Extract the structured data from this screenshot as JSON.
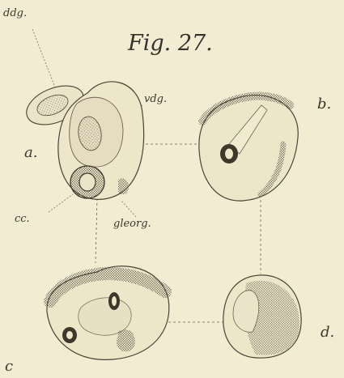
{
  "figure": {
    "title": "Fig. 27.",
    "labels": {
      "ddg": "ddg.",
      "vdg": "vdg.",
      "cc": "cc.",
      "gleorg": "gleorg."
    },
    "panels": {
      "a": "a.",
      "b": "b.",
      "c": "c",
      "d": "d."
    }
  },
  "colors": {
    "paper": "#f2ecd2",
    "ink": "#3d372c",
    "stipple": "#6e665a"
  }
}
